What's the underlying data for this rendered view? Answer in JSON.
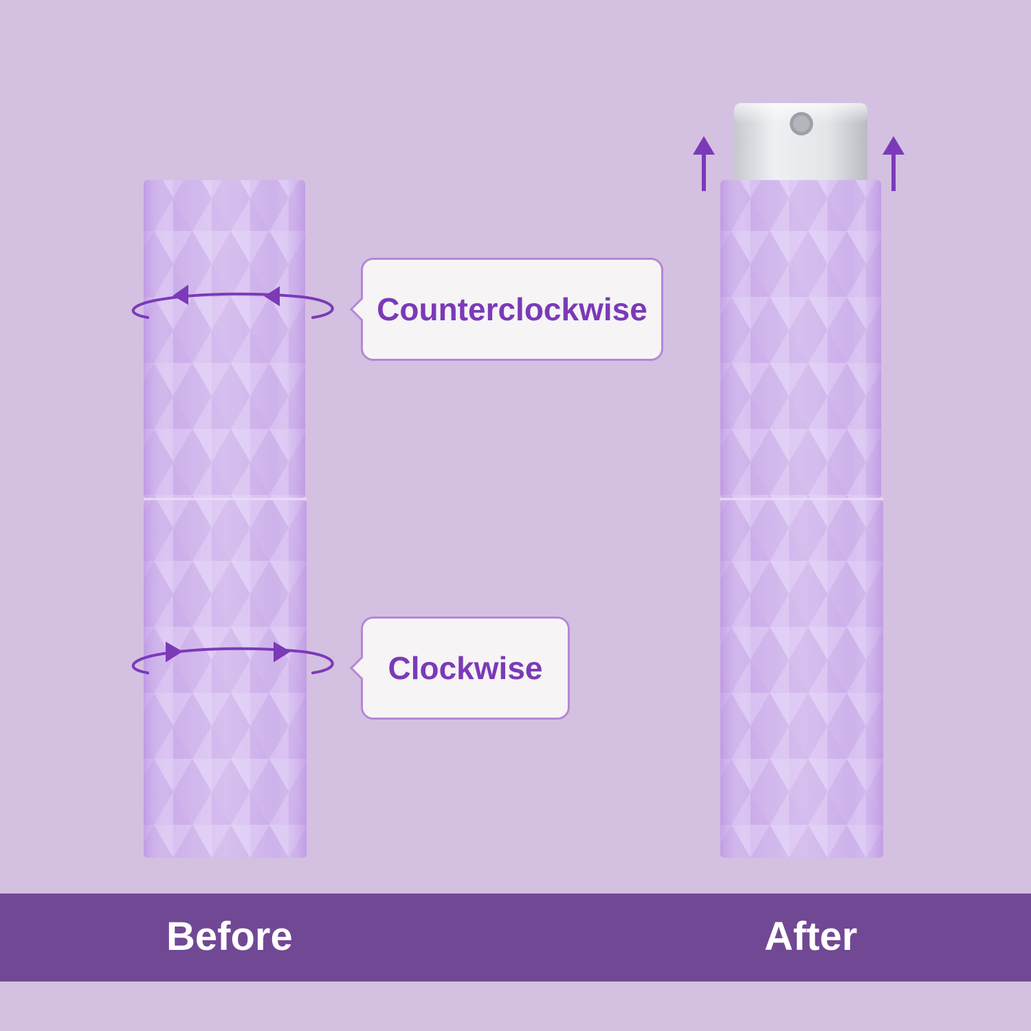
{
  "callouts": {
    "counterclockwise": "Counterclockwise",
    "clockwise": "Clockwise"
  },
  "band": {
    "before_label": "Before",
    "after_label": "After"
  },
  "colors": {
    "background": "#d4c0e0",
    "accent": "#7b3ab8",
    "band": "#714894",
    "tube": "#c9a8e8",
    "cap": "#d9dbe0"
  }
}
